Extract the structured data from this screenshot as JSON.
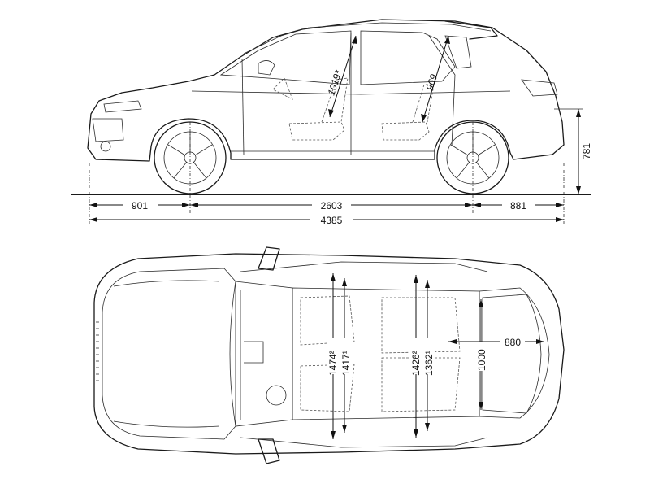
{
  "side_view": {
    "dimensions": {
      "front_overhang": "901",
      "wheelbase": "2603",
      "rear_overhang": "881",
      "overall_length": "4385",
      "cargo_height": "781",
      "front_headroom": "1019*",
      "rear_headroom": "969"
    }
  },
  "top_view": {
    "dimensions": {
      "front_shoulder_width": "1474²",
      "front_elbow_width": "1417¹",
      "rear_shoulder_width": "1426²",
      "rear_elbow_width": "1362¹",
      "cargo_length": "880",
      "cargo_width": "1000"
    }
  }
}
